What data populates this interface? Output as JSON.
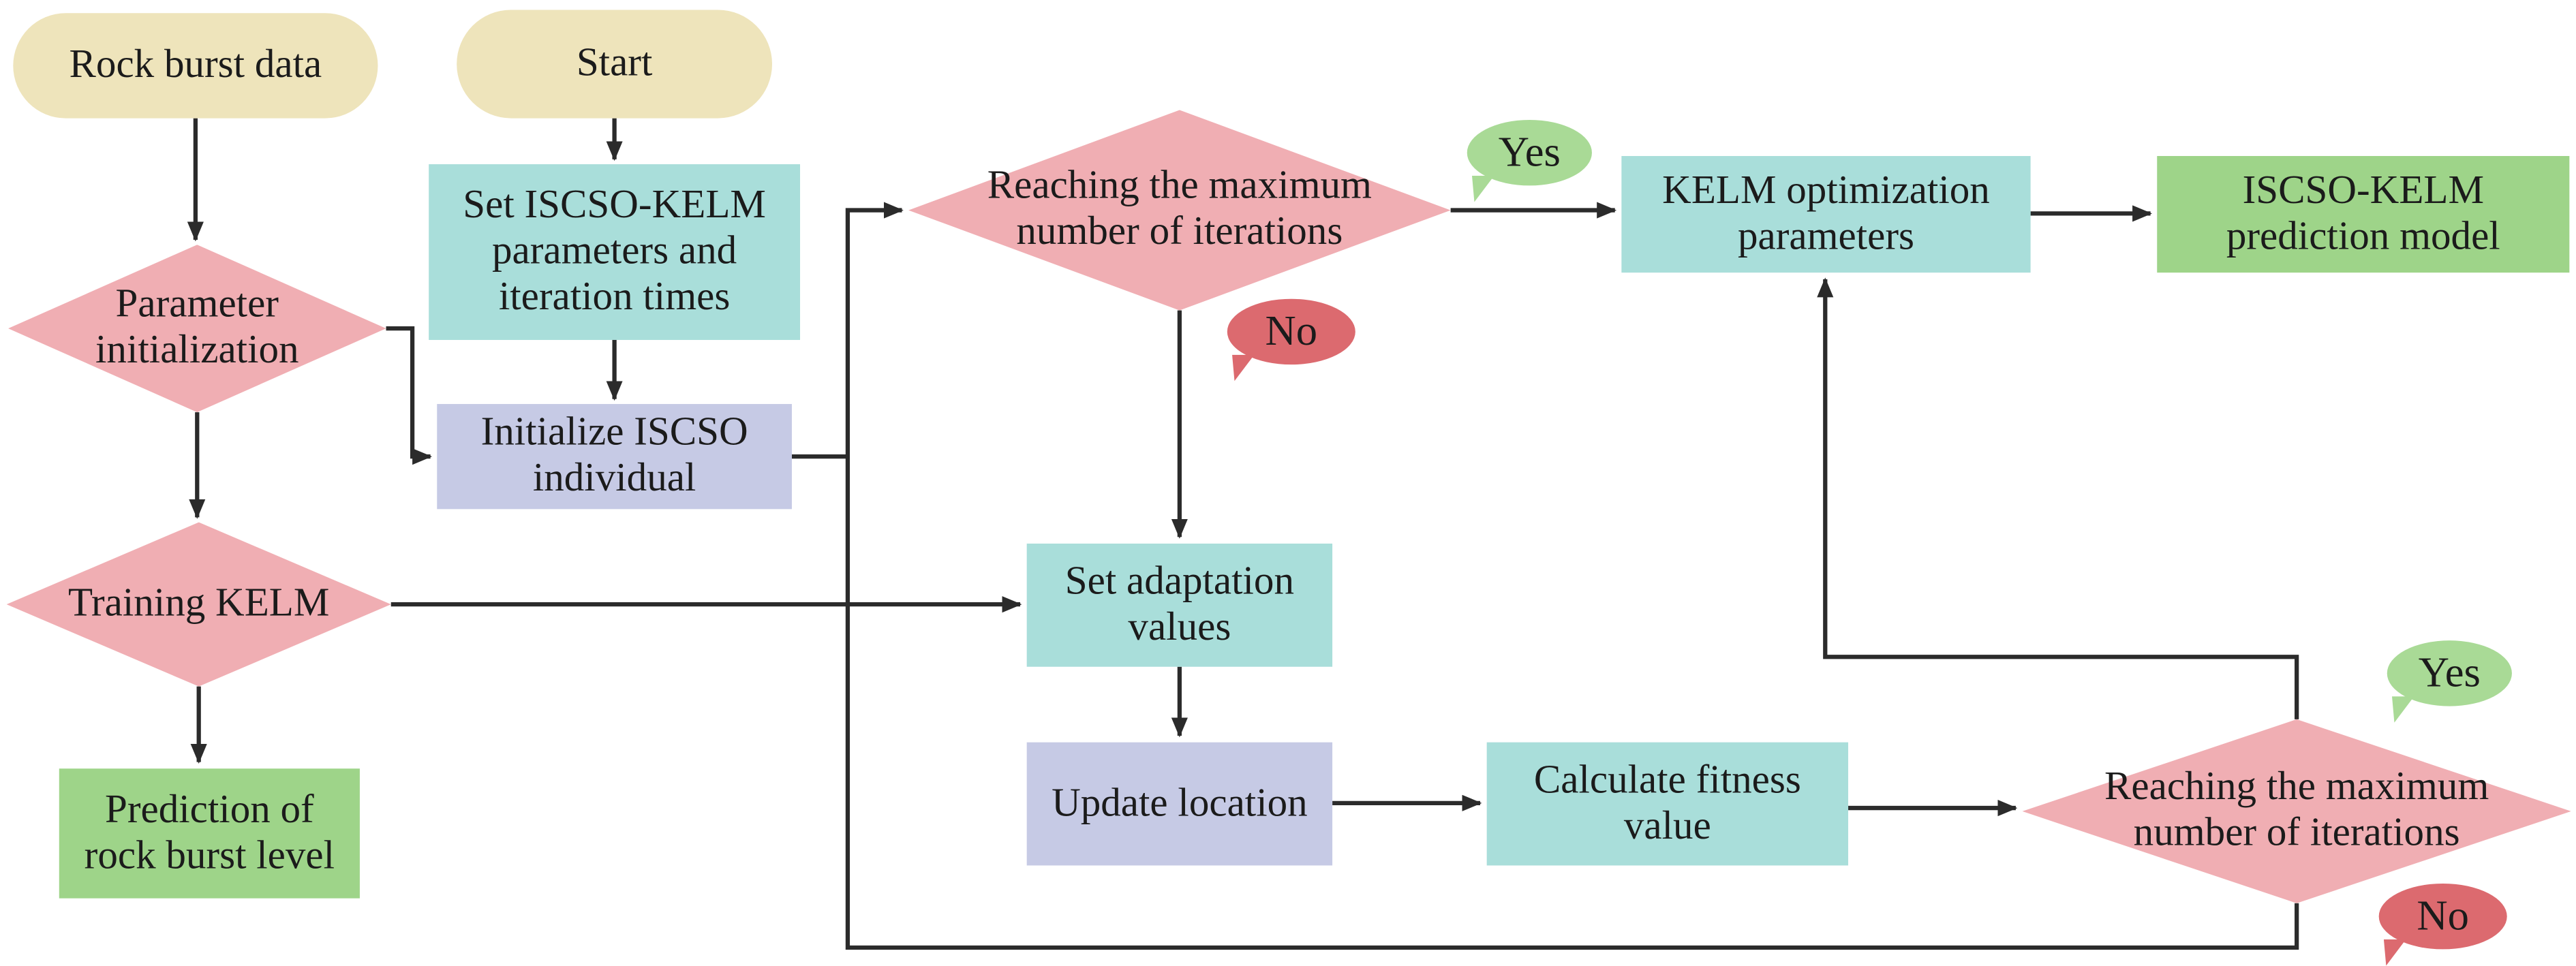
{
  "figure": {
    "type": "flowchart",
    "description": "ISCSO-KELM rock burst prediction model flowchart",
    "background": "#ffffff"
  },
  "colors": {
    "terminator_beige": "#EEE4BB",
    "decision_pink": "#F0AEB3",
    "process_teal": "#A9DEDA",
    "process_lavender": "#C6CAE5",
    "output_green": "#9ED489",
    "yes_green": "#A9DA96",
    "no_red": "#DC6A6F",
    "arrow": "#2b2b2b",
    "text": "#1b1b1b"
  },
  "nodes": {
    "rock_burst_data": {
      "label": "Rock burst data",
      "type": "terminator"
    },
    "start": {
      "label": "Start",
      "type": "terminator"
    },
    "set_params": {
      "label": "Set ISCSO-KELM\nparameters and\niteration times",
      "type": "process"
    },
    "parameter_initialization": {
      "label": "Parameter\ninitialization",
      "type": "decision"
    },
    "initialize_individual": {
      "label": "Initialize ISCSO\nindividual",
      "type": "process"
    },
    "training_kelm": {
      "label": "Training KELM",
      "type": "decision"
    },
    "prediction_level": {
      "label": "Prediction of\nrock burst level",
      "type": "output"
    },
    "reach_max_iter_1": {
      "label": "Reaching the maximum\nnumber of iterations",
      "type": "decision"
    },
    "kelm_opt_params": {
      "label": "KELM optimization\nparameters",
      "type": "process"
    },
    "prediction_model": {
      "label": "ISCSO-KELM\nprediction model",
      "type": "output"
    },
    "set_adaptation": {
      "label": "Set adaptation\nvalues",
      "type": "process"
    },
    "update_location": {
      "label": "Update location",
      "type": "process"
    },
    "calc_fitness": {
      "label": "Calculate fitness\nvalue",
      "type": "process"
    },
    "reach_max_iter_2": {
      "label": "Reaching the maximum\nnumber of iterations",
      "type": "decision"
    },
    "yes_1": {
      "label": "Yes"
    },
    "no_1": {
      "label": "No"
    },
    "yes_2": {
      "label": "Yes"
    },
    "no_2": {
      "label": "No"
    }
  },
  "edges": [
    {
      "from": "rock_burst_data",
      "to": "parameter_initialization"
    },
    {
      "from": "start",
      "to": "set_params"
    },
    {
      "from": "set_params",
      "to": "initialize_individual"
    },
    {
      "from": "parameter_initialization",
      "to": "initialize_individual"
    },
    {
      "from": "parameter_initialization",
      "to": "training_kelm"
    },
    {
      "from": "training_kelm",
      "to": "prediction_level"
    },
    {
      "from": "training_kelm",
      "to": "set_adaptation"
    },
    {
      "from": "initialize_individual",
      "to": "reach_max_iter_1"
    },
    {
      "from": "reach_max_iter_1",
      "to": "kelm_opt_params",
      "label": "Yes"
    },
    {
      "from": "reach_max_iter_1",
      "to": "set_adaptation",
      "label": "No"
    },
    {
      "from": "kelm_opt_params",
      "to": "prediction_model"
    },
    {
      "from": "set_adaptation",
      "to": "update_location"
    },
    {
      "from": "update_location",
      "to": "calc_fitness"
    },
    {
      "from": "calc_fitness",
      "to": "reach_max_iter_2"
    },
    {
      "from": "reach_max_iter_2",
      "to": "kelm_opt_params",
      "label": "Yes"
    },
    {
      "from": "reach_max_iter_2",
      "to": "reach_max_iter_1",
      "label": "No"
    }
  ]
}
